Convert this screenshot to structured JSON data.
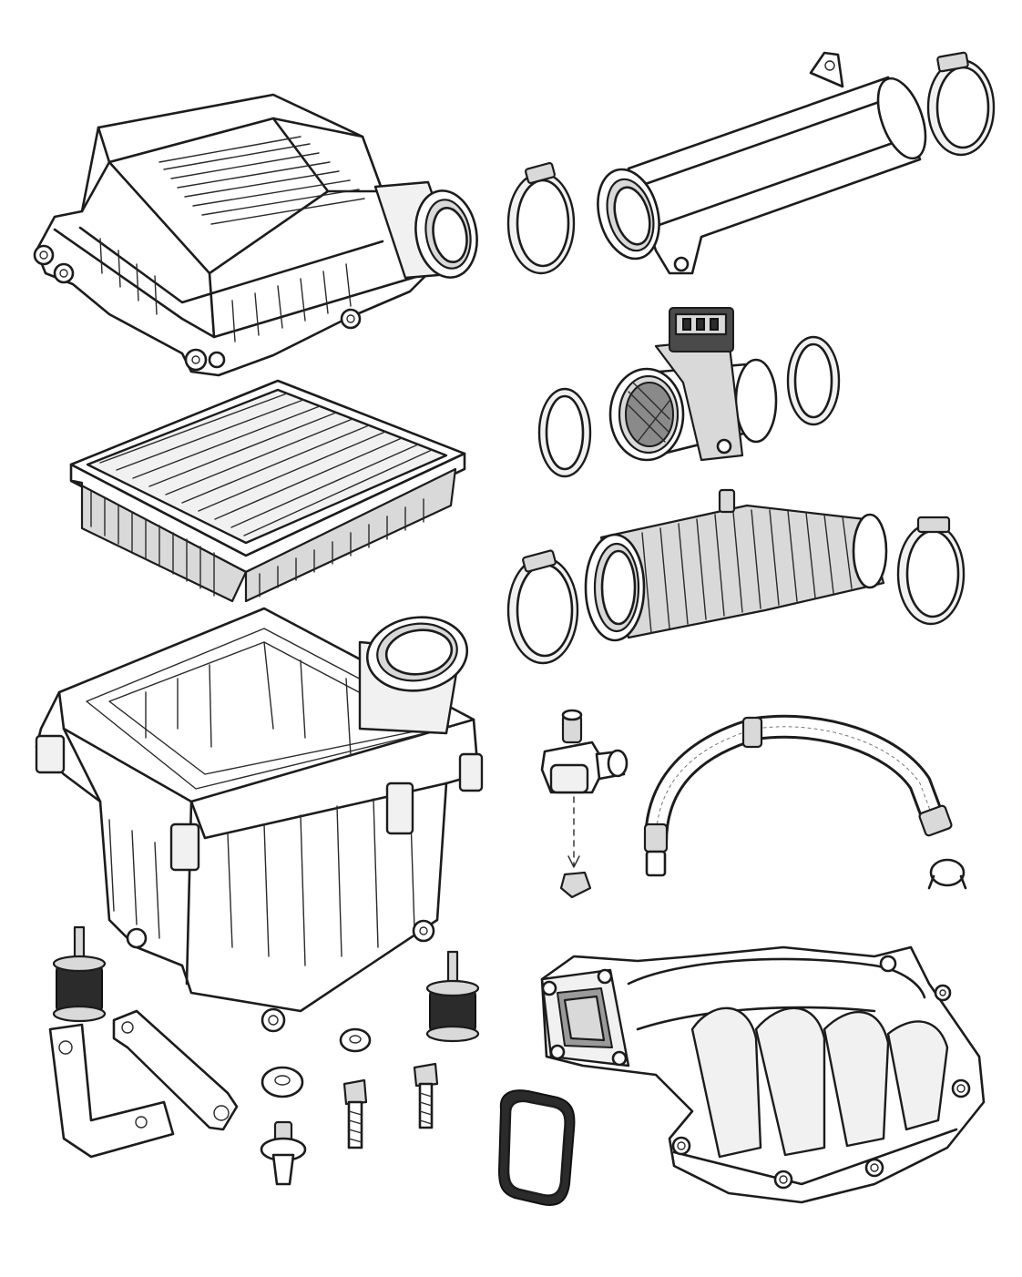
{
  "image": {
    "kind": "exploded parts illustration",
    "style": "black line art on white, light grey shading"
  },
  "colors": {
    "background": "#ffffff",
    "line": "#1c1c1c",
    "shade_light": "#f1f1f1",
    "shade_mid": "#d9d9d9",
    "shade_dark": "#4a4a4a"
  },
  "parts": [
    "air-filter-housing-cover",
    "panel-air-filter-element",
    "air-filter-housing-lower-box",
    "intake-tube",
    "hose-clamp",
    "mass-airflow-sensor",
    "sealing-o-ring",
    "corrugated-intake-hose",
    "check-valve",
    "vacuum-hose",
    "spring-clip",
    "rubber-mount",
    "mounting-bracket",
    "washer",
    "bolt",
    "push-pin-fastener",
    "manifold-gasket",
    "intake-manifold"
  ]
}
